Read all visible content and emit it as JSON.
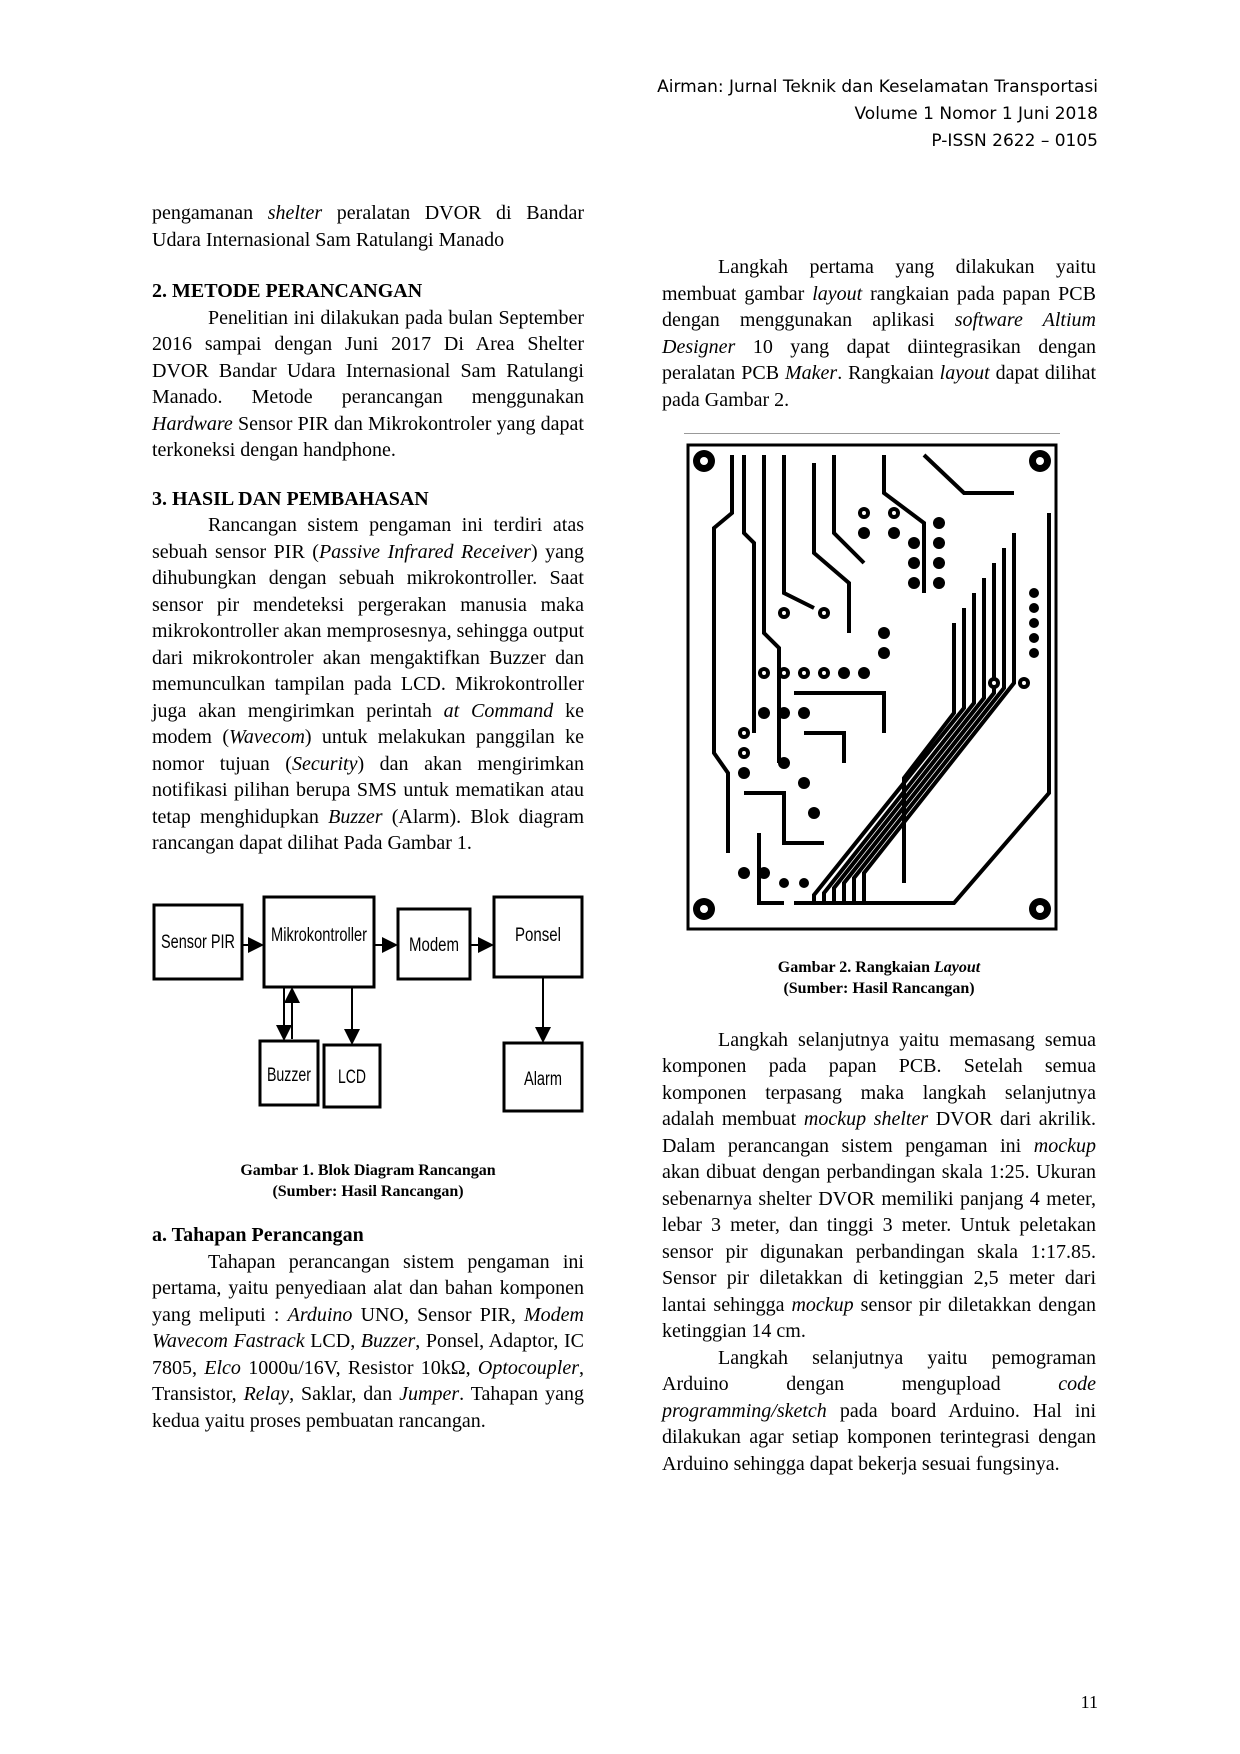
{
  "header": {
    "line1": "Airman: Jurnal Teknik dan Keselamatan Transportasi",
    "line2": "Volume 1 Nomor 1 Juni 2018",
    "line3": "P-ISSN 2622 – 0105"
  },
  "left": {
    "intro_a": "pengamanan ",
    "intro_b": "shelter",
    "intro_c": " peralatan DVOR di Bandar Udara Internasional Sam Ratulangi Manado",
    "sec2_title": "2.  METODE PERANCANGAN",
    "sec2_p_a": "Penelitian ini dilakukan pada bulan September 2016 sampai dengan Juni 2017 Di Area Shelter DVOR Bandar Udara Internasional Sam Ratulangi Manado. Metode perancangan menggunakan ",
    "sec2_p_b": "Hardware",
    "sec2_p_c": "  Sensor PIR dan Mikrokontroler yang dapat terkoneksi dengan handphone.",
    "sec3_title": "3.  HASIL DAN PEMBAHASAN",
    "sec3_p1": "Rancangan sistem pengaman ini terdiri atas sebuah sensor PIR (",
    "sec3_p2": "Passive Infrared Receiver",
    "sec3_p3": ") yang dihubungkan dengan sebuah mikrokontroller. Saat sensor pir mendeteksi pergerakan manusia maka mikrokontroller akan memprosesnya, sehingga output dari mikrokontroler akan mengaktifkan Buzzer dan memunculkan tampilan pada LCD. Mikrokontroller juga akan mengirimkan perintah ",
    "sec3_p4": "at Command",
    "sec3_p5": " ke modem (",
    "sec3_p6": "Wavecom",
    "sec3_p7": ") untuk melakukan panggilan ke nomor tujuan (",
    "sec3_p8": "Security",
    "sec3_p9": ") dan akan mengirimkan notifikasi pilihan berupa SMS untuk mematikan atau tetap menghidupkan ",
    "sec3_p10": "Buzzer",
    "sec3_p11": " (Alarm). Blok diagram rancangan dapat dilihat Pada Gambar 1.",
    "fig1_caption1": "Gambar 1. Blok Diagram Rancangan",
    "fig1_caption2": "(Sumber: Hasil Rancangan)",
    "suba_title": "a.  Tahapan Perancangan",
    "suba_p1": "Tahapan perancangan sistem pengaman ini pertama, yaitu penyediaan alat dan bahan komponen yang meliputi : ",
    "suba_p2": "Arduino",
    "suba_p3": " UNO, Sensor PIR, ",
    "suba_p4": "Modem Wavecom Fastrack",
    "suba_p5": " LCD, ",
    "suba_p6": "Buzzer",
    "suba_p7": ", Ponsel, Adaptor,  IC 7805, ",
    "suba_p8": "Elco",
    "suba_p9": " 1000u/16V, Resistor 10kΩ, ",
    "suba_p10": "Optocoupler",
    "suba_p11": ", Transistor, ",
    "suba_p12": "Relay",
    "suba_p13": ", Saklar, dan ",
    "suba_p14": "Jumper",
    "suba_p15": ". Tahapan yang kedua yaitu proses pembuatan rancangan."
  },
  "diagram": {
    "sensor": "Sensor PIR",
    "mikro": "Mikrokontroller",
    "modem": "Modem",
    "ponsel": "Ponsel",
    "buzzer": "Buzzer",
    "lcd": "LCD",
    "alarm": "Alarm"
  },
  "right": {
    "p1_a": "Langkah pertama yang dilakukan yaitu membuat gambar ",
    "p1_b": "layout",
    "p1_c": " rangkaian pada papan PCB dengan menggunakan aplikasi ",
    "p1_d": "software Altium Designer",
    "p1_e": " 10 yang dapat diintegrasikan dengan peralatan PCB ",
    "p1_f": "Maker",
    "p1_g": ". Rangkaian ",
    "p1_h": "layout",
    "p1_i": " dapat dilihat pada Gambar 2.",
    "fig2_caption_a": "Gambar 2. Rangkaian ",
    "fig2_caption_b": "Layout",
    "fig2_caption2": "(Sumber: Hasil Rancangan)",
    "p2_a": "Langkah selanjutnya yaitu memasang semua komponen pada papan PCB. Setelah semua komponen terpasang maka langkah selanjutnya adalah membuat ",
    "p2_b": "mockup shelter",
    "p2_c": " DVOR dari akrilik. Dalam perancangan sistem pengaman ini ",
    "p2_d": "mockup",
    "p2_e": " akan dibuat dengan perbandingan skala 1:25. Ukuran sebenarnya shelter DVOR memiliki panjang 4 meter, lebar 3 meter, dan tinggi 3 meter. Untuk peletakan sensor pir digunakan perbandingan skala 1:17.85. Sensor pir diletakkan di ketinggian 2,5 meter dari lantai sehingga ",
    "p2_f": "mockup",
    "p2_g": " sensor pir diletakkan dengan ketinggian 14 cm.",
    "p3_a": "Langkah selanjutnya yaitu pemograman Arduino dengan mengupload ",
    "p3_b": "code programming/sketch",
    "p3_c": " pada board Arduino. Hal ini dilakukan agar setiap komponen terintegrasi dengan Arduino sehingga dapat bekerja sesuai fungsinya."
  },
  "page_number": "11"
}
